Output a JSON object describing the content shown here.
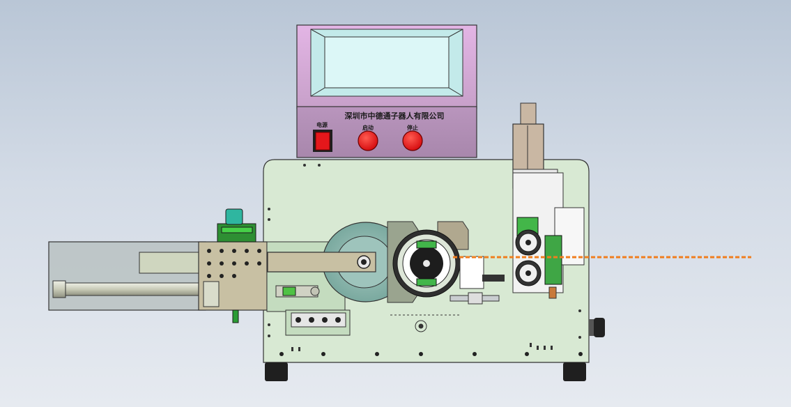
{
  "panel": {
    "company_name": "深圳市中德通子器人有限公司",
    "power_label": "电源",
    "start_label": "启动",
    "stop_label": "停止"
  },
  "colors": {
    "background_top": "#b9c6d6",
    "background_bottom": "#e6eaf0",
    "control_box_top": "#e3b5e5",
    "control_box_bottom": "#b48fb8",
    "lcd_screen": "#d3f1f1",
    "machine_body": "#d8e9d3",
    "power_switch": "#e4171b",
    "buttons": "#e8161a",
    "wire": "#f07e1e",
    "green_parts": "#35c43b",
    "steel": "#c9cdd0"
  }
}
